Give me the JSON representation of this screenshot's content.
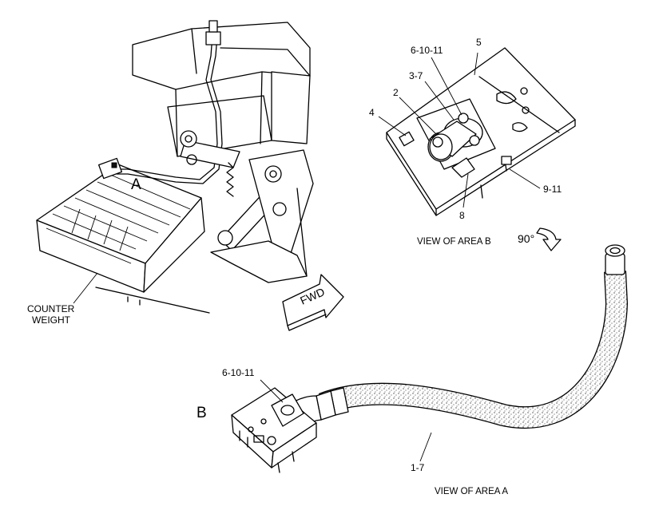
{
  "labels": {
    "a": "A",
    "b": "B",
    "counterweight_line1": "COUNTER",
    "counterweight_line2": "WEIGHT",
    "fwd": "FWD",
    "view_b": "VIEW OF AREA  B",
    "rotation": "90°",
    "view_a": "VIEW OF AREA  A"
  },
  "callouts_b": {
    "c_6_10_11": "6-10-11",
    "c_5": "5",
    "c_3_7": "3-7",
    "c_2": "2",
    "c_4": "4",
    "c_9_11": "9-11",
    "c_8": "8"
  },
  "callouts_a": {
    "c_6_10_11": "6-10-11",
    "c_1_7": "1-7"
  }
}
